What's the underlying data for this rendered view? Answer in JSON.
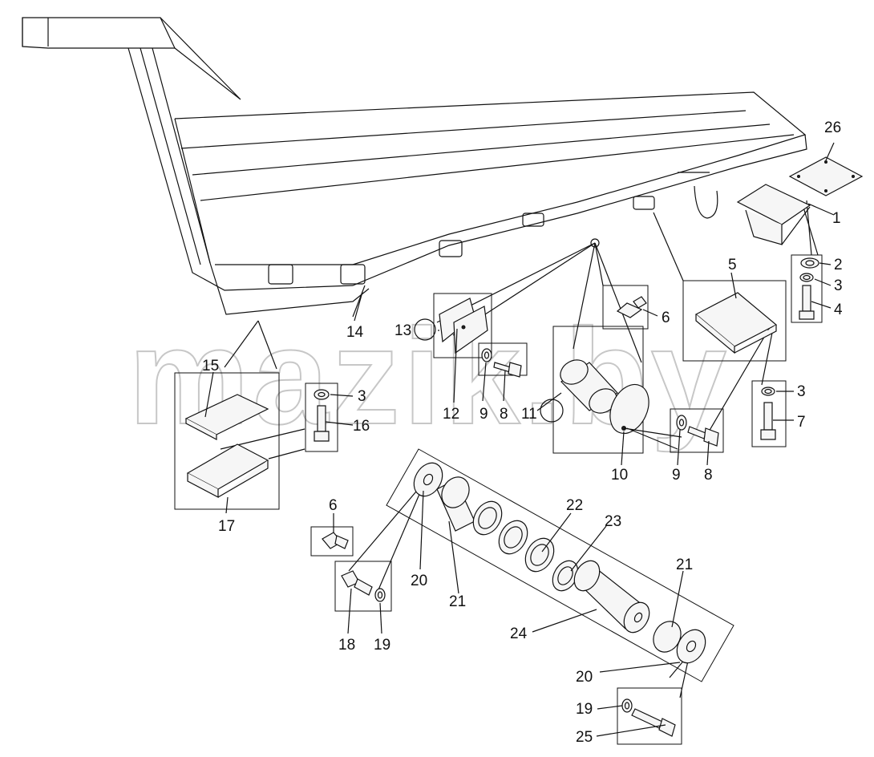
{
  "watermark": "mazik.by",
  "callouts": {
    "c1": "1",
    "c2": "2",
    "c3a": "3",
    "c3b": "3",
    "c3c": "3",
    "c4": "4",
    "c5": "5",
    "c6a": "6",
    "c6b": "6",
    "c7": "7",
    "c8a": "8",
    "c8b": "8",
    "c9a": "9",
    "c9b": "9",
    "c10": "10",
    "c11": "11",
    "c12": "12",
    "c13": "13",
    "c14": "14",
    "c15": "15",
    "c16": "16",
    "c17": "17",
    "c18": "18",
    "c19a": "19",
    "c19b": "19",
    "c20a": "20",
    "c20b": "20",
    "c21a": "21",
    "c21b": "21",
    "c22": "22",
    "c23": "23",
    "c24": "24",
    "c25": "25",
    "c26": "26"
  }
}
